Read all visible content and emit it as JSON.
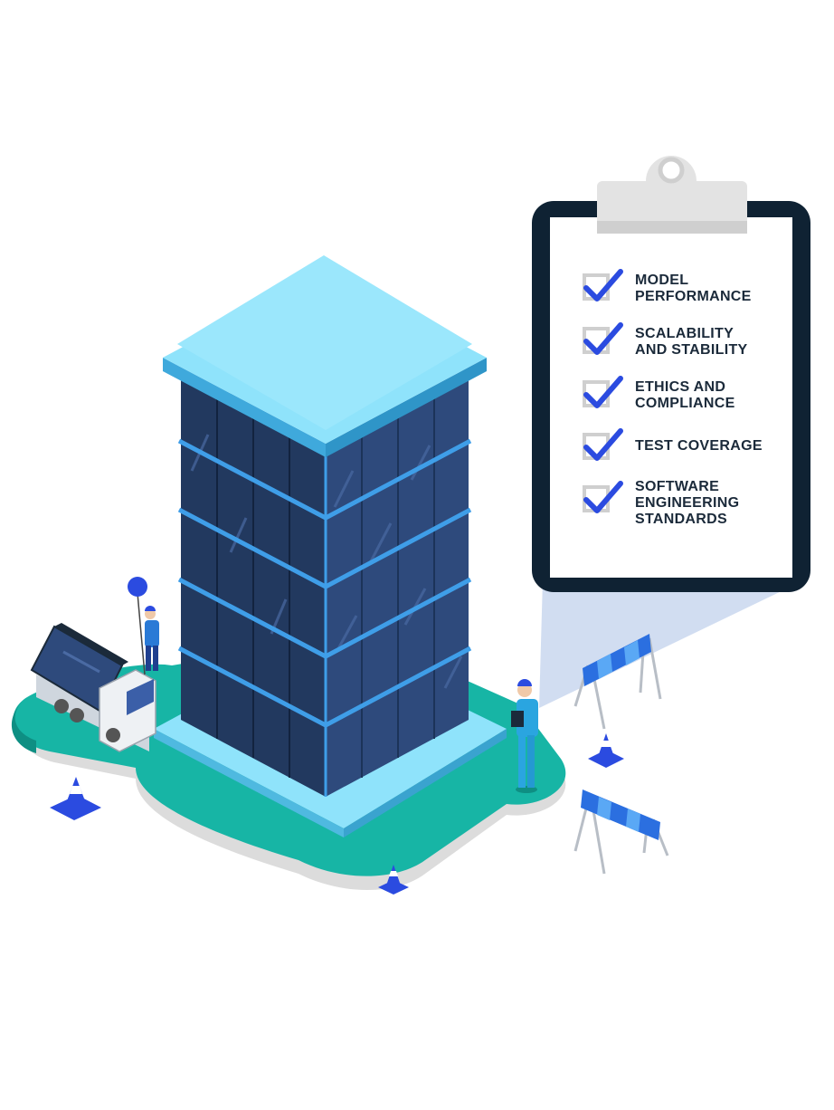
{
  "checklist": {
    "items": [
      {
        "label": "MODEL\nPERFORMANCE",
        "checked": true
      },
      {
        "label": "SCALABILITY\nAND STABILITY",
        "checked": true
      },
      {
        "label": "ETHICS AND\nCOMPLIANCE",
        "checked": true
      },
      {
        "label": "TEST COVERAGE",
        "checked": true
      },
      {
        "label": "SOFTWARE\nENGINEERING\nSTANDARDS",
        "checked": true
      }
    ]
  },
  "colors": {
    "check_accent": "#2b4be0",
    "clipboard_frame": "#0f2233",
    "ground": "#17b5a5",
    "building_glass": "#2e4a7c",
    "building_roof": "#8fe3fb",
    "spotlight": "#c9d7ef"
  },
  "icons": [
    "checkmark-icon",
    "clipboard-clip-icon",
    "traffic-cone-icon",
    "barricade-icon",
    "truck-icon",
    "worker-icon",
    "balloon-icon"
  ]
}
